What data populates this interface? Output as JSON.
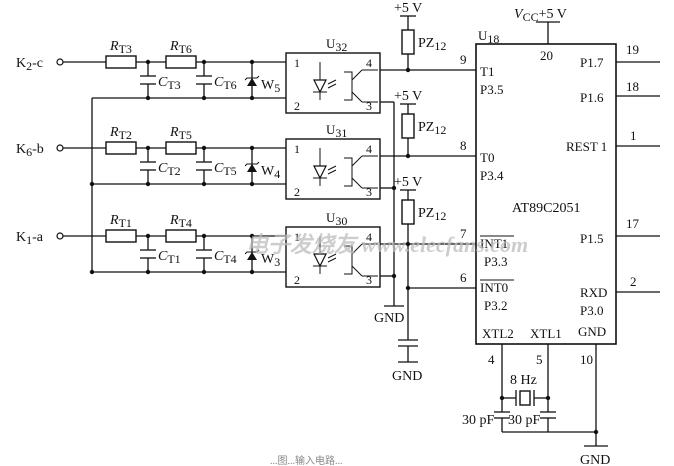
{
  "inputs": [
    {
      "main": "K",
      "sub": "2",
      "tail": "-c"
    },
    {
      "main": "K",
      "sub": "6",
      "tail": "-b"
    },
    {
      "main": "K",
      "sub": "1",
      "tail": "-a"
    }
  ],
  "resistors": [
    {
      "main": "R",
      "sub": "T3"
    },
    {
      "main": "R",
      "sub": "T6"
    },
    {
      "main": "R",
      "sub": "T2"
    },
    {
      "main": "R",
      "sub": "T5"
    },
    {
      "main": "R",
      "sub": "T1"
    },
    {
      "main": "R",
      "sub": "T4"
    }
  ],
  "capacitors": [
    {
      "main": "C",
      "sub": "T3"
    },
    {
      "main": "C",
      "sub": "T6"
    },
    {
      "main": "C",
      "sub": "T2"
    },
    {
      "main": "C",
      "sub": "T5"
    },
    {
      "main": "C",
      "sub": "T1"
    },
    {
      "main": "C",
      "sub": "T4"
    }
  ],
  "zeners": [
    {
      "main": "W",
      "sub": "5"
    },
    {
      "main": "W",
      "sub": "4"
    },
    {
      "main": "W",
      "sub": "3"
    }
  ],
  "optocouplers": [
    {
      "main": "U",
      "sub": "32"
    },
    {
      "main": "U",
      "sub": "31"
    },
    {
      "main": "U",
      "sub": "30"
    }
  ],
  "opto_pins": [
    "1",
    "2",
    "4",
    "3"
  ],
  "pullups": {
    "main": "PZ",
    "sub": "12"
  },
  "supply": "+5 V",
  "gnd": "GND",
  "mcu": {
    "ref": {
      "main": "U",
      "sub": "18"
    },
    "vcc": {
      "main": "V",
      "sub": "CC",
      "tail": "+5 V"
    },
    "part": "AT89C2051",
    "left_pins": [
      {
        "num": "9",
        "name": "T1",
        "alt": "P3.5"
      },
      {
        "num": "8",
        "name": "T0",
        "alt": "P3.4"
      },
      {
        "num": "7",
        "name": "INT1",
        "alt": "P3.3"
      },
      {
        "num": "6",
        "name": "INT0",
        "alt": "P3.2"
      }
    ],
    "right_pins": [
      {
        "num": "19",
        "name": "P1.7"
      },
      {
        "num": "18",
        "name": "P1.6"
      },
      {
        "num": "1",
        "name": "REST 1"
      },
      {
        "num": "17",
        "name": "P1.5"
      },
      {
        "num": "2",
        "name": "RXD"
      }
    ],
    "right_extra": "P3.0",
    "top_pin": "20",
    "bottom_pins": [
      {
        "num": "4",
        "name": "XTL2"
      },
      {
        "num": "5",
        "name": "XTL1"
      },
      {
        "num": "10",
        "name": "GND"
      }
    ]
  },
  "crystal": "8 Hz",
  "load_caps": [
    "30 pF",
    "30 pF"
  ],
  "watermark": "电子发烧友 www.elecfans.com",
  "caption": "...图...输入电路..."
}
